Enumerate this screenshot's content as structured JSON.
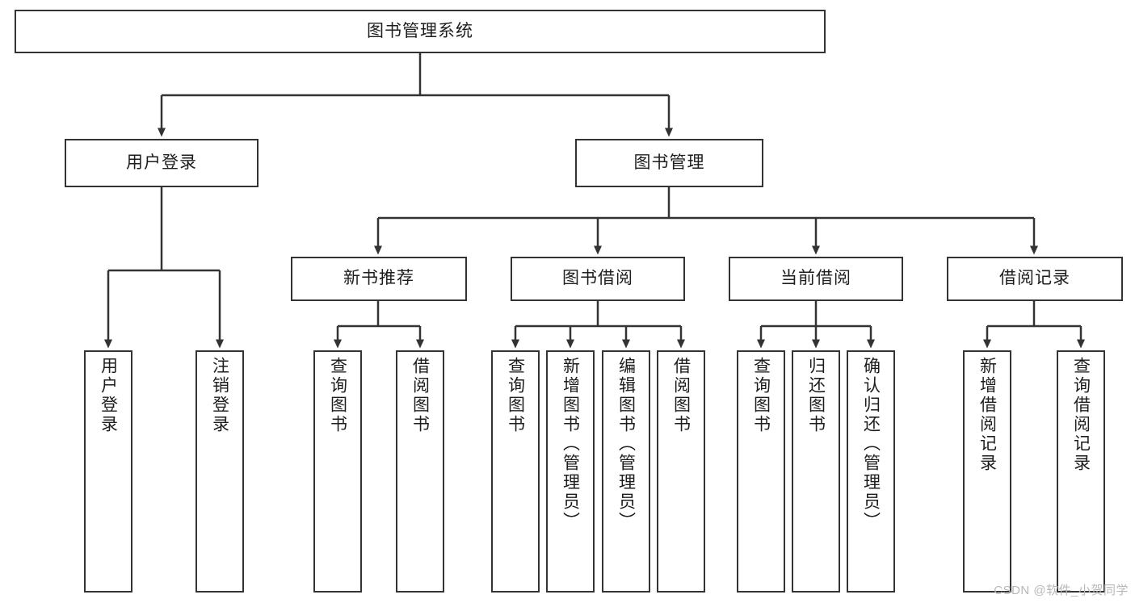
{
  "diagram": {
    "title": "图书管理系统",
    "type": "tree-hierarchy-diagram",
    "colors": {
      "box_border": "#333333",
      "box_fill": "#ffffff",
      "connector": "#333333",
      "text": "#1d1d1d",
      "watermark": "#b8b8b8",
      "background": "#ffffff"
    }
  },
  "root": {
    "label": "图书管理系统"
  },
  "level2": [
    {
      "label": "用户登录"
    },
    {
      "label": "图书管理"
    }
  ],
  "level3": [
    {
      "label": "新书推荐"
    },
    {
      "label": "图书借阅"
    },
    {
      "label": "当前借阅"
    },
    {
      "label": "借阅记录"
    }
  ],
  "leaves": {
    "user_login": [
      {
        "label": "用户登录"
      },
      {
        "label": "注销登录"
      }
    ],
    "new_book_recommend": [
      {
        "label": "查询图书"
      },
      {
        "label": "借阅图书"
      }
    ],
    "book_borrow": [
      {
        "label": "查询图书"
      },
      {
        "label": "新增图书（管理员）"
      },
      {
        "label": "编辑图书（管理员）"
      },
      {
        "label": "借阅图书"
      }
    ],
    "current_borrow": [
      {
        "label": "查询图书"
      },
      {
        "label": "归还图书"
      },
      {
        "label": "确认归还（管理员）"
      }
    ],
    "borrow_record": [
      {
        "label": "新增借阅记录"
      },
      {
        "label": "查询借阅记录"
      }
    ]
  },
  "watermark": {
    "text": "CSDN @软件_小贺同学"
  }
}
